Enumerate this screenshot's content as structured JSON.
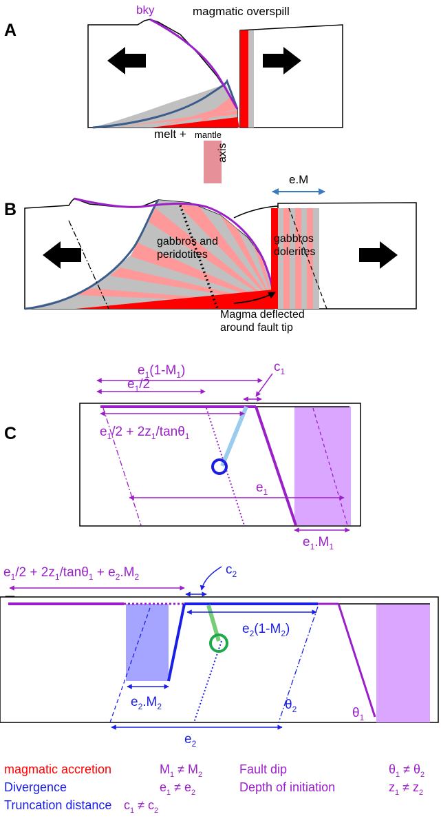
{
  "panels": {
    "a": "A",
    "b": "B",
    "c": "C",
    "e": "E"
  },
  "colors": {
    "purple": "#9a1fc8",
    "blue": "#1a1ee6",
    "red": "#ff0000",
    "pink": "#ff9999",
    "grey": "#c0c0c0",
    "slate": "#3c5c8c",
    "lightblue": "#99ccee",
    "green": "#77cc77",
    "lilac": "#dba6ff",
    "lavender": "#a5a5ff",
    "axis_box": "#e6909a"
  },
  "panel_a": {
    "bky": "bky",
    "overspill": "magmatic overspill",
    "melt": "melt +",
    "mantle": "mantle",
    "axis": "axis"
  },
  "panel_b": {
    "em": "e.M",
    "gabbros_left_1": "gabbros and",
    "gabbros_left_2": "peridotites",
    "gabbros_right_1": "gabbros",
    "gabbros_right_2": "dolerites",
    "magma_1": "Magma deflected",
    "magma_2": "around fault tip"
  },
  "panel_c": {
    "e1_1m1_a": "e",
    "e1_1m1_s1": "1",
    "e1_1m1_b": "(1-M",
    "e1_1m1_s2": "1",
    "e1_1m1_c": ")",
    "e1half_a": "e",
    "e1half_s": "1",
    "e1half_b": "/2",
    "c1_a": "c",
    "c1_s": "1",
    "long_a": "e",
    "long_s1": "1",
    "long_b": "/2 + 2z",
    "long_s2": "1",
    "long_c": "/tanθ",
    "long_s3": "1",
    "e1_a": "e",
    "e1_s": "1",
    "e1m1_a": "e",
    "e1m1_s1": "1",
    "e1m1_b": ".M",
    "e1m1_s2": "1"
  },
  "panel_e": {
    "top_a": "e",
    "top_s1": "1",
    "top_b": "/2 + 2z",
    "top_s2": "1",
    "top_c": "/tanθ",
    "top_s3": "1",
    "top_d": " + e",
    "top_s4": "2",
    "top_e": ".M",
    "top_s5": "2",
    "c2_a": "c",
    "c2_s": "2",
    "e2_1m2_a": "e",
    "e2_1m2_s1": "2",
    "e2_1m2_b": "(1-M",
    "e2_1m2_s2": "2",
    "e2_1m2_c": ")",
    "e2m2_a": "e",
    "e2m2_s1": "2",
    "e2m2_b": ".M",
    "e2m2_s2": "2",
    "theta2_a": "θ",
    "theta2_s": "2",
    "theta1_a": "θ",
    "theta1_s": "1",
    "e2_a": "e",
    "e2_s": "2"
  },
  "legend": {
    "magmatic_accretion": "magmatic accretion",
    "m_a": "M",
    "m_s1": "1",
    "m_b": " ≠ M",
    "m_s2": "2",
    "fault_dip": "Fault dip",
    "th_a": "θ",
    "th_s1": "1",
    "th_b": " ≠ θ",
    "th_s2": "2",
    "divergence": "Divergence",
    "e_a": "e",
    "e_s1": "1",
    "e_b": " ≠ e",
    "e_s2": "2",
    "depth": "Depth of initiation",
    "z_a": "z",
    "z_s1": "1",
    "z_b": " ≠ z",
    "z_s2": "2",
    "truncation": "Truncation distance",
    "c_a": "c",
    "c_s1": "1",
    "c_b": " ≠ c",
    "c_s2": "2"
  }
}
